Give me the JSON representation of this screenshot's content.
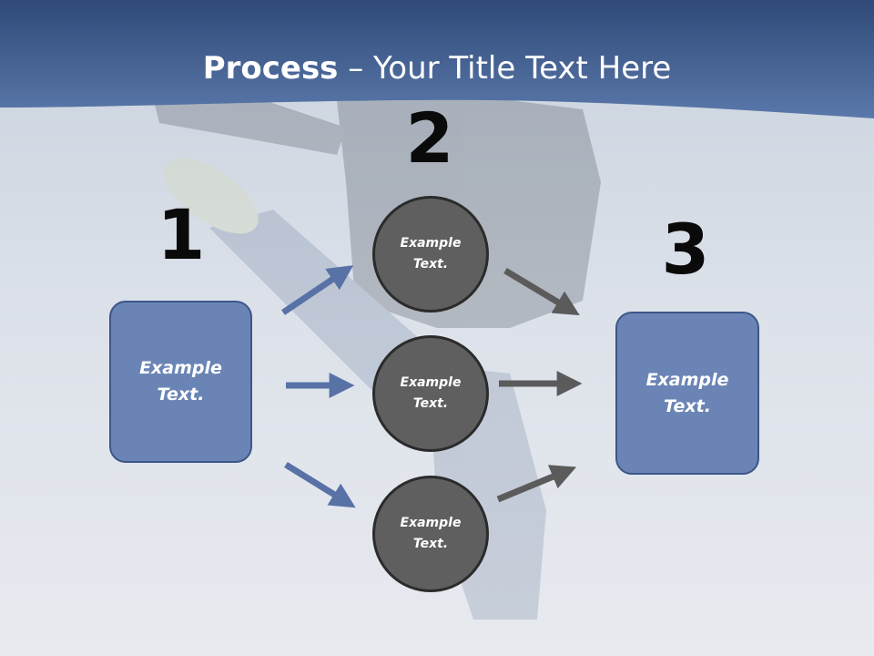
{
  "title": {
    "bold": "Process",
    "rest": " – Your Title Text Here"
  },
  "steps": [
    "1",
    "2",
    "3"
  ],
  "left_box": {
    "line1": "Example",
    "line2": "Text."
  },
  "right_box": {
    "line1": "Example",
    "line2": "Text."
  },
  "circles": [
    {
      "line1": "Example",
      "line2": "Text."
    },
    {
      "line1": "Example",
      "line2": "Text."
    },
    {
      "line1": "Example",
      "line2": "Text."
    }
  ],
  "colors": {
    "header_band": "#3f5f92",
    "box_fill": "#6a85b5",
    "box_border": "#3c5687",
    "circle_fill": "#5f5f5f",
    "circle_border": "#2b2b2b",
    "blue_arrow": "#5872a6",
    "gray_arrow": "#5b5b5b"
  }
}
